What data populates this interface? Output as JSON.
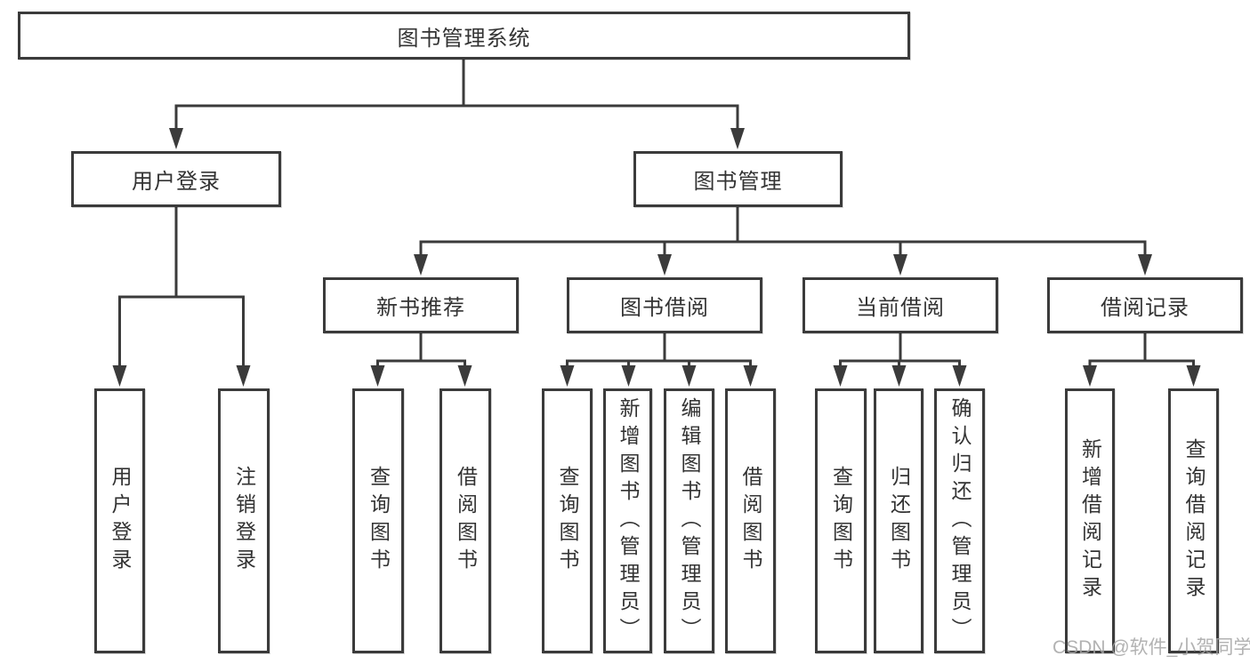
{
  "tree": {
    "label": "图书管理系统",
    "children": [
      {
        "label": "用户登录",
        "children": [
          {
            "label": "用户登录"
          },
          {
            "label": "注销登录"
          }
        ]
      },
      {
        "label": "图书管理",
        "children": [
          {
            "label": "新书推荐",
            "children": [
              {
                "label": "查询图书"
              },
              {
                "label": "借阅图书"
              }
            ]
          },
          {
            "label": "图书借阅",
            "children": [
              {
                "label": "查询图书"
              },
              {
                "label": "新增图书（管理员）"
              },
              {
                "label": "编辑图书（管理员）"
              },
              {
                "label": "借阅图书"
              }
            ]
          },
          {
            "label": "当前借阅",
            "children": [
              {
                "label": "查询图书"
              },
              {
                "label": "归还图书"
              },
              {
                "label": "确认归还（管理员）"
              }
            ]
          },
          {
            "label": "借阅记录",
            "children": [
              {
                "label": "新增借阅记录"
              },
              {
                "label": "查询借阅记录"
              }
            ]
          }
        ]
      }
    ]
  },
  "watermark": {
    "text": "CSDN @软件_小贺同学"
  },
  "colors": {
    "line": "#3b3b3b",
    "box_border": "#3b3b3b",
    "text": "#333333",
    "watermark": "#a5a5a5",
    "background": "#ffffff"
  }
}
